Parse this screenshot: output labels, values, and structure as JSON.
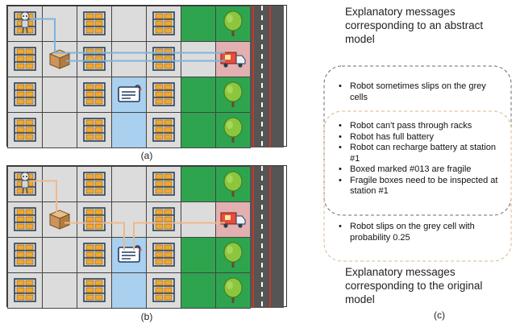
{
  "figure": {
    "captions": {
      "a": "(a)",
      "b": "(b)",
      "c": "(c)"
    },
    "abstract_heading": "Explanatory messages corresponding to an abstract model",
    "original_heading": "Explanatory messages corresponding to the original model",
    "abstract_messages": [
      "Robot sometimes slips on the grey cells"
    ],
    "shared_messages": [
      "Robot can't pass through racks",
      "Robot has full battery",
      "Robot can recharge battery at station #1",
      "Boxed marked #013 are fragile",
      "Fragile boxes need to be inspected at station #1"
    ],
    "original_messages": [
      "Robot slips on the grey cell with probability 0.25"
    ],
    "colors": {
      "abstract_border": "#6b6b6b",
      "original_border": "#d9b98a",
      "path_abstract": "#7fb2dd",
      "path_original": "#f0b88a",
      "floor_grey": "#dcdcdc",
      "station_blue": "#a9d0ee",
      "grass_green": "#2ea44f",
      "dock_pink": "#e2b0b0"
    },
    "icons": [
      "robot-icon",
      "rack-icon",
      "package-box-icon",
      "inspection-station-icon",
      "delivery-truck-icon",
      "tree-icon"
    ]
  }
}
